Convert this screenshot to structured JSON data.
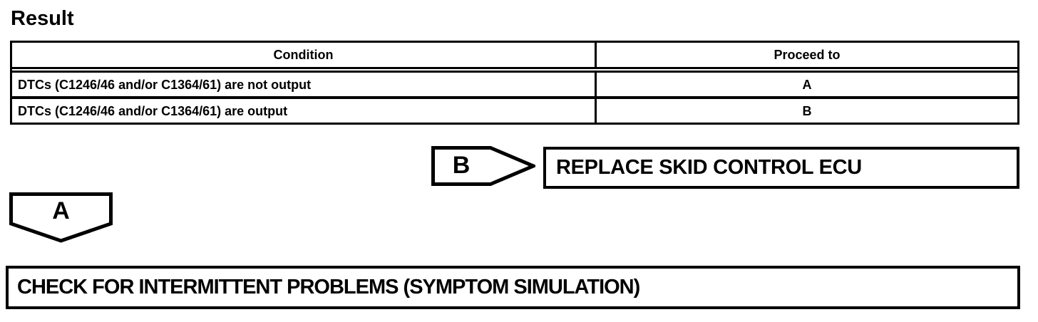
{
  "heading": "Result",
  "result_table": {
    "headers": {
      "condition": "Condition",
      "proceed_to": "Proceed to"
    },
    "rows": [
      {
        "condition": "DTCs (C1246/46 and/or C1364/61) are not output",
        "proceed_to": "A"
      },
      {
        "condition": "DTCs (C1246/46 and/or C1364/61) are output",
        "proceed_to": "B"
      }
    ]
  },
  "flow": {
    "branch_b": {
      "connector": "B",
      "action": "REPLACE SKID CONTROL ECU"
    },
    "branch_a": {
      "connector": "A",
      "action": "CHECK FOR INTERMITTENT PROBLEMS (SYMPTOM SIMULATION)"
    }
  },
  "colors": {
    "ink": "#000000",
    "paper": "#ffffff"
  }
}
